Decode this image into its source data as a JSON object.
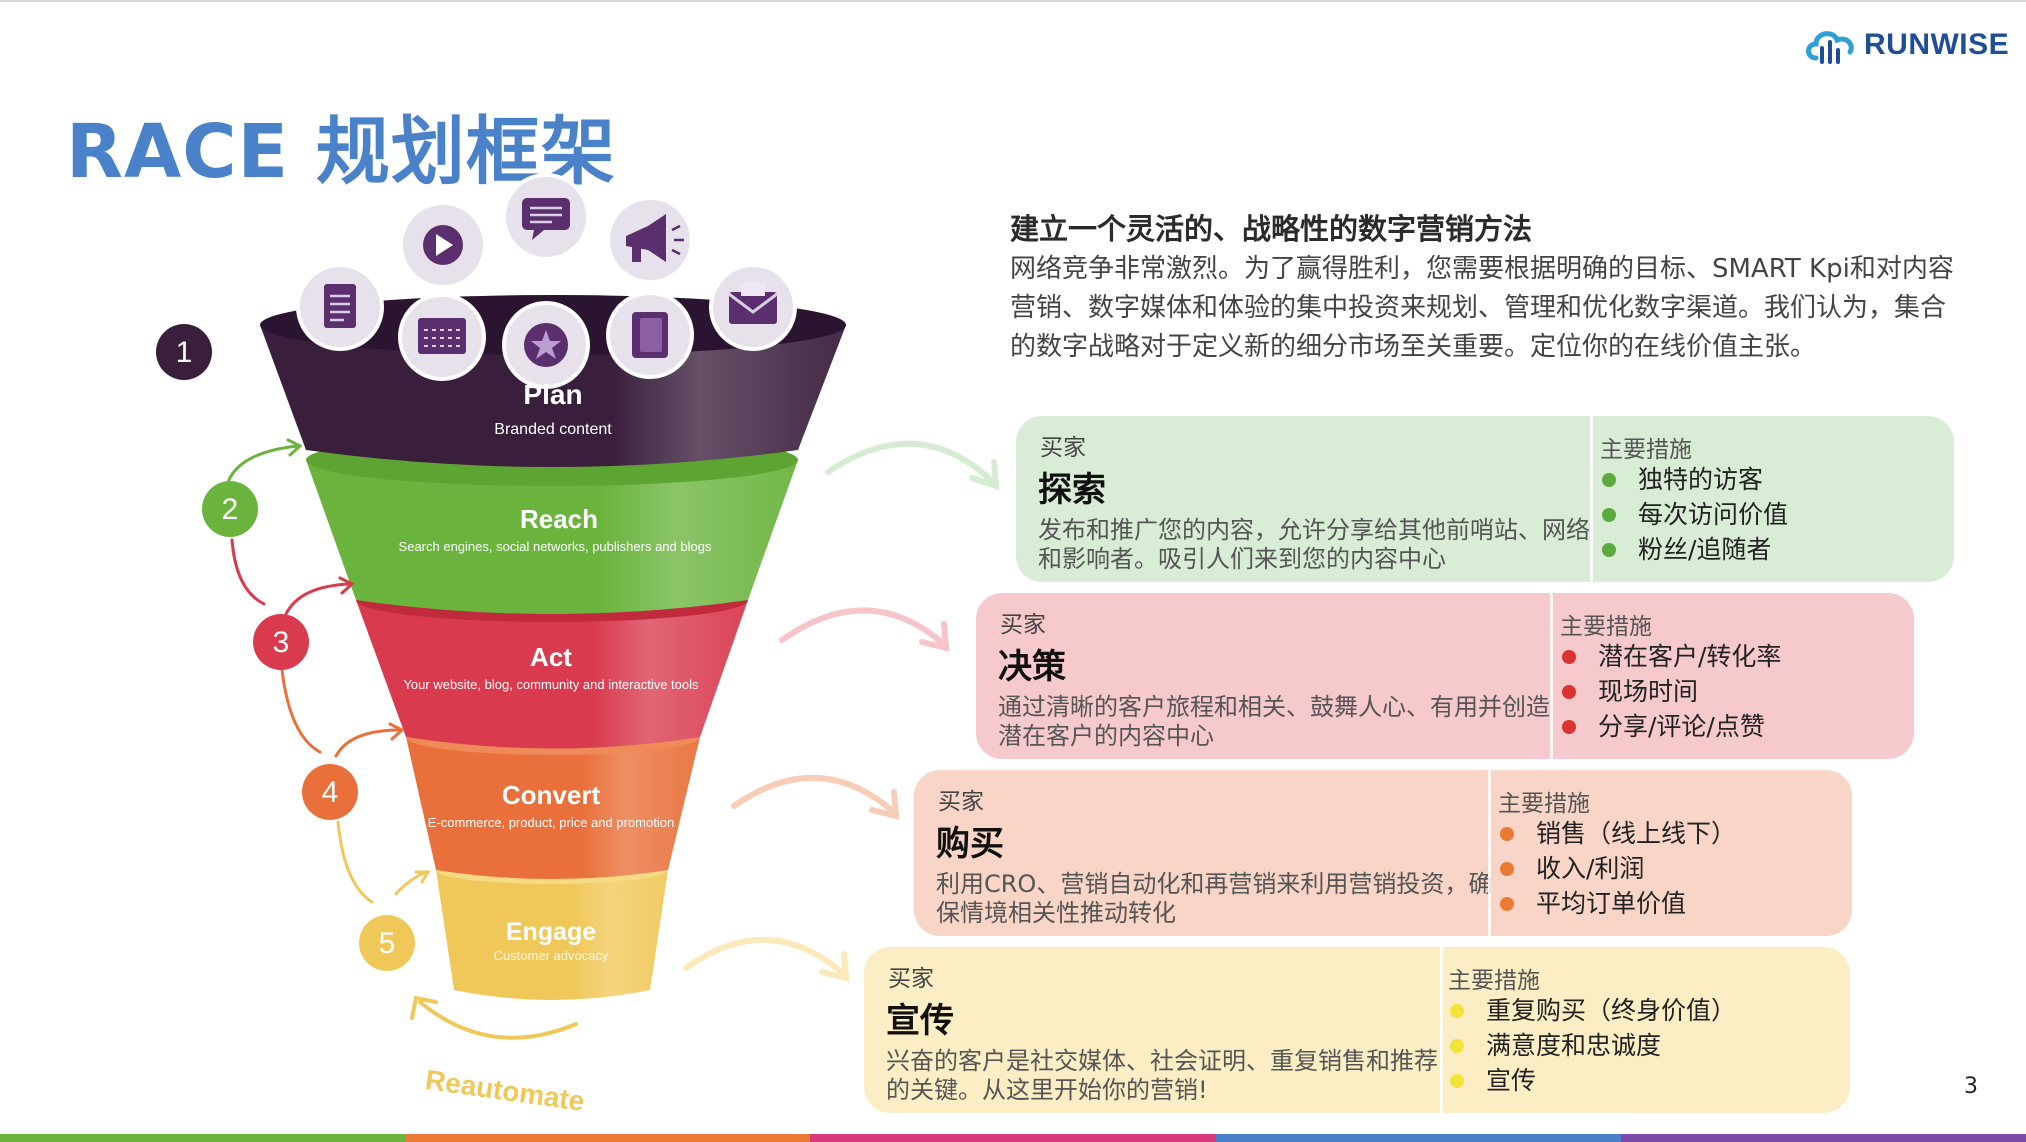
{
  "brand": {
    "logo_text": "RUNWISE",
    "color": "#1f4e96"
  },
  "title": "RACE 规划框架",
  "intro": {
    "heading": "建立一个灵活的、战略性的数字营销方法",
    "paragraph": "网络竞争非常激烈。为了赢得胜利，您需要根据明确的目标、SMART Kpi和对内容营销、数字媒体和体验的集中投资来规划、管理和优化数字渠道。我们认为，集合的数字战略对于定义新的细分市场至关重要。定位你的在线价值主张。"
  },
  "funnel": {
    "stages": [
      {
        "number": "1",
        "title": "Plan",
        "subtitle": "Branded content",
        "color": "#3a1f3d"
      },
      {
        "number": "2",
        "title": "Reach",
        "subtitle": "Search engines, social networks, publishers and blogs",
        "color": "#6ab43e"
      },
      {
        "number": "3",
        "title": "Act",
        "subtitle": "Your website, blog, community and interactive tools",
        "color": "#d93a4e"
      },
      {
        "number": "4",
        "title": "Convert",
        "subtitle": "E-commerce, product, price and promotion",
        "color": "#e9703a"
      },
      {
        "number": "5",
        "title": "Engage",
        "subtitle": "Customer advocacy",
        "color": "#f0c85a"
      }
    ],
    "reautomate_label": "Reautomate",
    "icons": [
      "document-icon",
      "play-icon",
      "chat-icon",
      "megaphone-icon",
      "calendar-icon",
      "star-icon",
      "notebook-icon",
      "envelope-icon"
    ]
  },
  "cards": [
    {
      "buyer": "买家",
      "stage": "探索",
      "desc": "发布和推广您的内容，允许分享给其他前哨站、网络和影响者。吸引人们来到您的内容中心",
      "measures_head": "主要措施",
      "measures": [
        "独特的访客",
        "每次访问价值",
        "粉丝/追随者"
      ],
      "bg": "#d9ecd6",
      "dot": "#5aaa3e"
    },
    {
      "buyer": "买家",
      "stage": "决策",
      "desc": "通过清晰的客户旅程和相关、鼓舞人心、有用并创造潜在客户的内容中心",
      "measures_head": "主要措施",
      "measures": [
        "潜在客户/转化率",
        "现场时间",
        "分享/评论/点赞"
      ],
      "bg": "#f6c9cc",
      "dot": "#d9342f"
    },
    {
      "buyer": "买家",
      "stage": "购买",
      "desc": "利用CRO、营销自动化和再营销来利用营销投资，确保情境相关性推动转化",
      "measures_head": "主要措施",
      "measures": [
        "销售（线上线下）",
        "收入/利润",
        "平均订单价值"
      ],
      "bg": "#f8d5c6",
      "dot": "#ec7a34"
    },
    {
      "buyer": "买家",
      "stage": "宣传",
      "desc": "兴奋的客户是社交媒体、社会证明、重复销售和推荐的关键。从这里开始你的营销!",
      "measures_head": "主要措施",
      "measures": [
        "重复购买（终身价值）",
        "满意度和忠诚度",
        "宣传"
      ],
      "bg": "#fbeec4",
      "dot": "#f2e43a"
    }
  ],
  "page_number": "3",
  "bottom_bar_colors": [
    "#6ab43e",
    "#ec7a34",
    "#d93a7e",
    "#4a7fc9",
    "#7a4aa8"
  ]
}
